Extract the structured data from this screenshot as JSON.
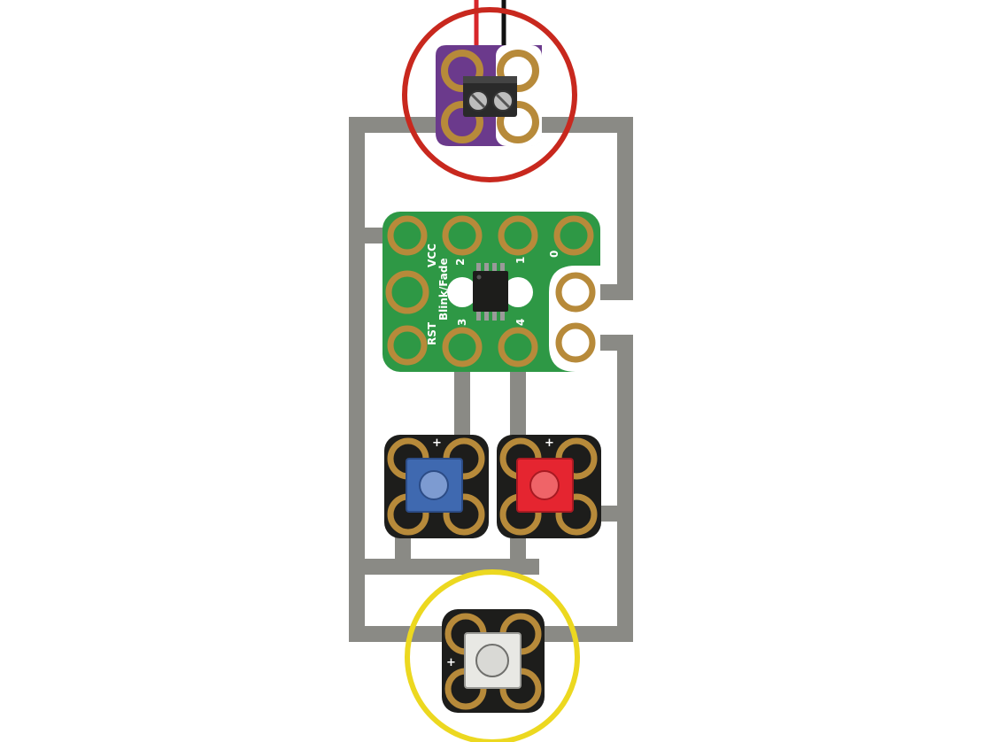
{
  "colors": {
    "trace": "#8a8a85",
    "pad": "#b78a3a",
    "board_green": "#2e9845",
    "board_purple": "#6b3a8c",
    "board_black": "#1d1d1b",
    "wire_red": "#d7262b",
    "wire_black": "#111111",
    "ring_power": "#c8281e",
    "ring_button": "#ecd820",
    "led_blue": "#3f69b0",
    "led_red": "#e52530",
    "button_white": "#e8e8e4"
  },
  "attiny": {
    "vcc": "VCC",
    "program": "Blink/Fade",
    "rst": "RST",
    "pin0": "0",
    "pin1": "1",
    "pin2": "2",
    "pin3": "3",
    "pin4": "4"
  },
  "leds": {
    "blue_plus": "+",
    "red_plus": "+"
  },
  "button": {
    "plus": "+"
  },
  "icons": {
    "chip": "ic-chip-icon",
    "terminal": "screw-terminal-icon",
    "led": "led-icon",
    "button": "push-button-icon"
  }
}
